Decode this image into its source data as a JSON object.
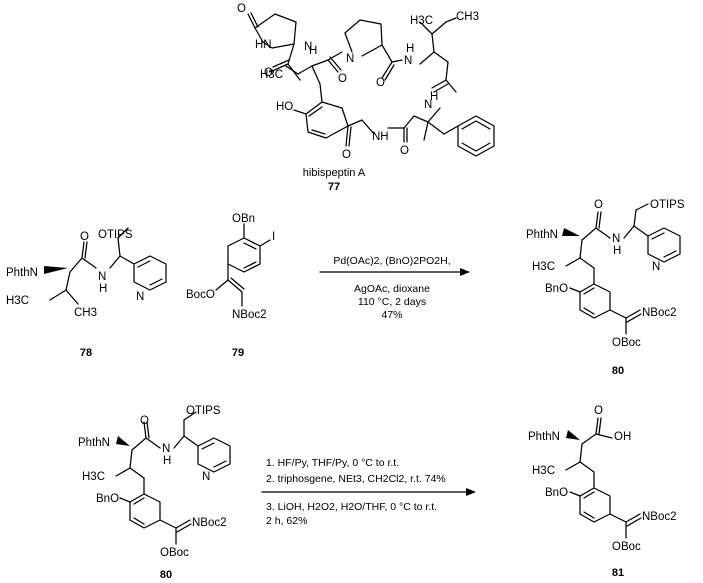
{
  "compounds": {
    "c77": {
      "name": "hibispeptin A",
      "number": "77"
    },
    "c78": {
      "number": "78",
      "labels": [
        "OTIPS",
        "O",
        "PhthN",
        "N",
        "H",
        "N",
        "H3C",
        "CH3"
      ]
    },
    "c79": {
      "number": "79",
      "labels": [
        "OBn",
        "I",
        "BocO",
        "NBoc2"
      ]
    },
    "c80a": {
      "number": "80",
      "labels": [
        "O",
        "OTIPS",
        "PhthN",
        "N",
        "H",
        "N",
        "H3C",
        "BnO",
        "NBoc2",
        "OBoc"
      ]
    },
    "c80b": {
      "number": "80",
      "labels": [
        "OTIPS",
        "PhthN",
        "O",
        "N",
        "H",
        "N",
        "H3C",
        "BnO",
        "NBoc2",
        "OBoc"
      ]
    },
    "c81": {
      "number": "81",
      "labels": [
        "PhthN",
        "OH",
        "O",
        "H3C",
        "BnO",
        "NBoc2",
        "OBoc"
      ]
    }
  },
  "hibispeptin_labels": [
    "O",
    "HN",
    "N",
    "H",
    "N",
    "O",
    "O",
    "H3C",
    "N",
    "H",
    "H3C",
    "CH3",
    "HO",
    "O",
    "N",
    "H",
    "O",
    "NH",
    "O"
  ],
  "reaction1": {
    "above": "Pd(OAc)2,  (BnO)2PO2H,",
    "below": [
      "AgOAc, dioxane",
      "110 °C, 2 days",
      "47%"
    ]
  },
  "reaction2": {
    "above": [
      "1. HF/Py, THF/Py, 0 °C to r.t.",
      "2. triphosgene, NEt3, CH2Cl2, r.t. 74%"
    ],
    "below": [
      "3. LiOH, H2O2, H2O/THF, 0 °C to r.t.",
      "2 h, 62%"
    ]
  }
}
